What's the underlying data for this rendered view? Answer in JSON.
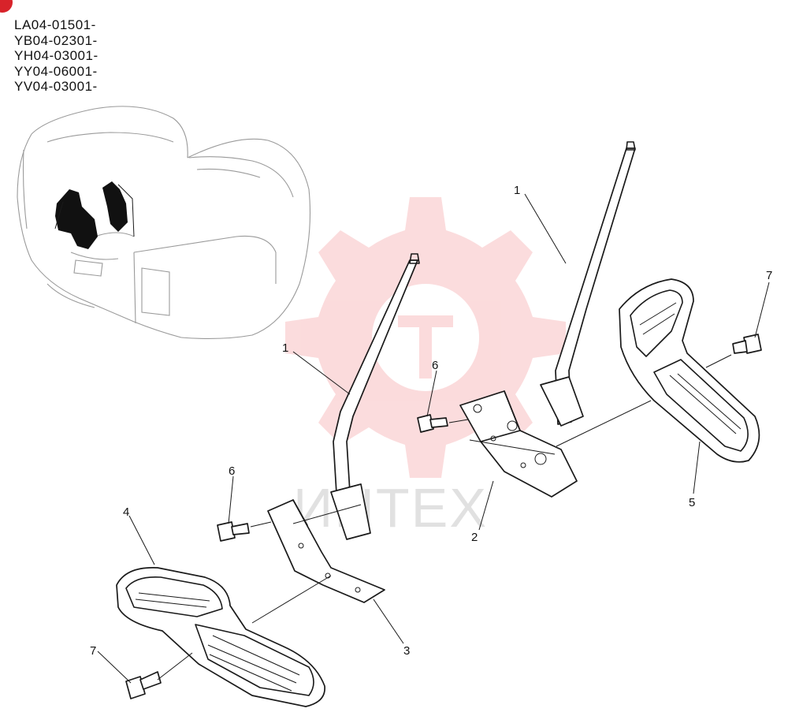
{
  "serial_numbers": [
    "LA04-01501-",
    "YB04-02301-",
    "YH04-03001-",
    "YY04-06001-",
    "YV04-03001-"
  ],
  "watermark": {
    "text": "ИНТЕХ"
  },
  "callouts": {
    "rod_right": "1",
    "rod_left": "1",
    "bracket_right": "2",
    "bracket_left": "3",
    "pedal_left": "4",
    "pedal_right": "5",
    "bolt_upper": "6",
    "bolt_lower": "6",
    "bolt_pedal_right": "7",
    "bolt_pedal_left": "7"
  },
  "colors": {
    "watermark_red": "#e8262d",
    "line": "#1a1a1a",
    "badge": "#d8232a"
  }
}
